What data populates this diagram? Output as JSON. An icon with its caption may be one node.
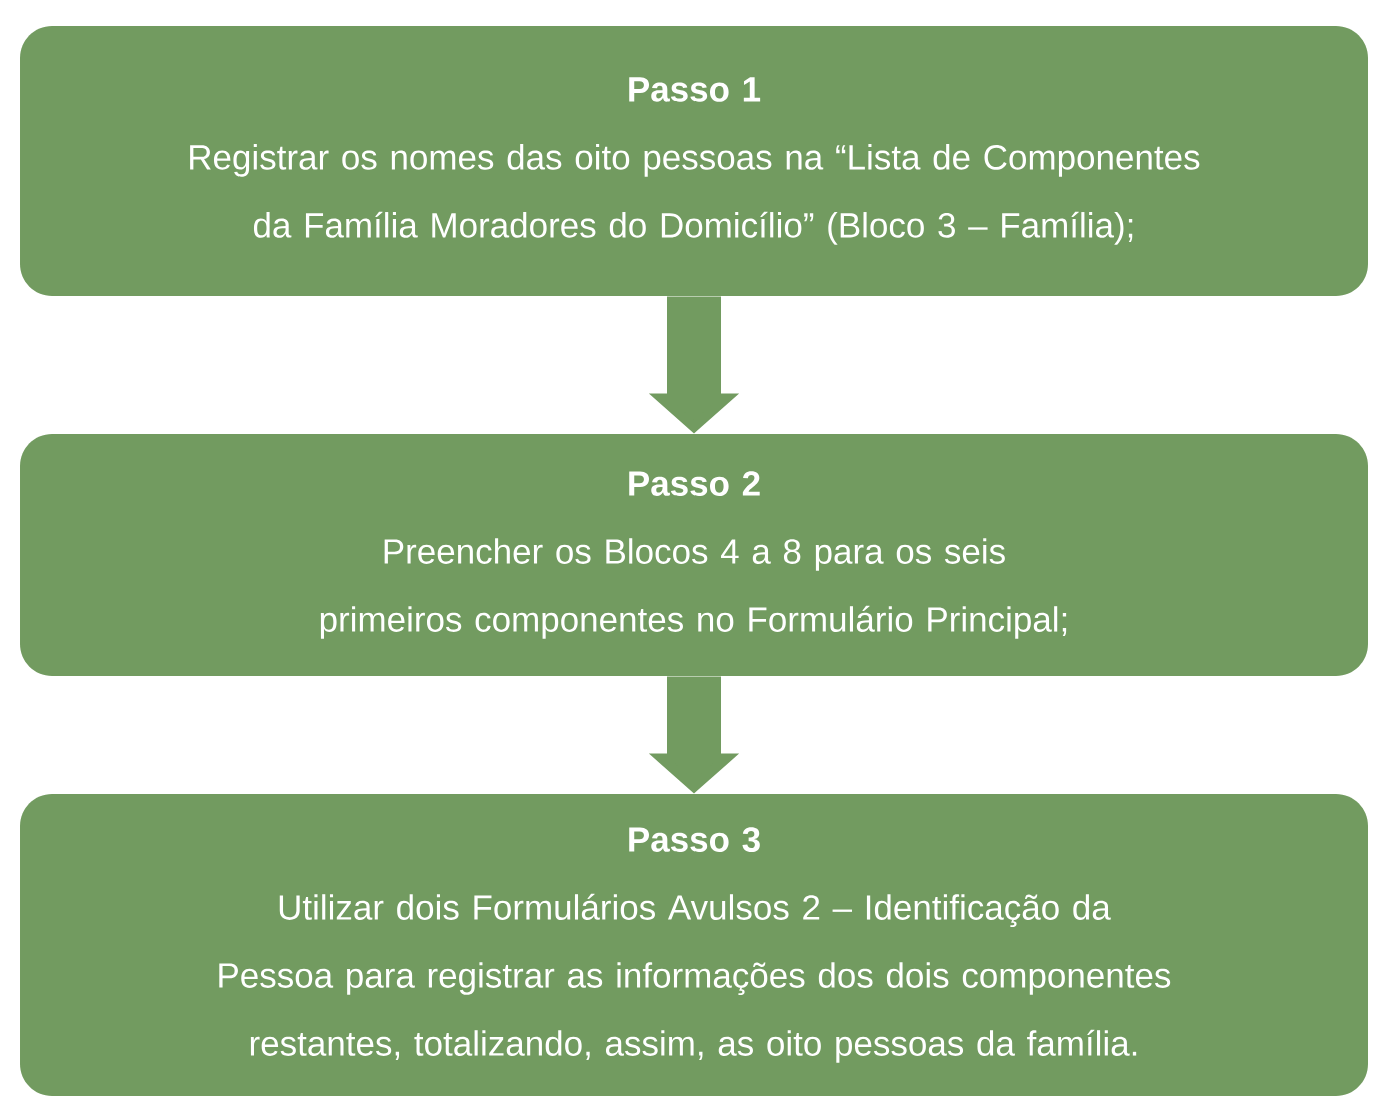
{
  "diagram": {
    "nodes": [
      {
        "text": [
          "Passo 1",
          "Registrar os nomes das oito pessoas na “Lista de Componentes da Família Moradores do Domicílio” (Bloco 3 – Família);"
        ]
      },
      {
        "text": [
          "Passo 2",
          "Preencher os Blocos 4 a 8 para os seis primeiros componentes no Formulário Principal;"
        ]
      },
      {
        "text": [
          "Passo 3",
          "Utilizar dois Formulários Avulsos 2 – Identificação da Pessoa para registrar as informações dos dois componentes restantes, totalizando, assim, as oito pessoas da família."
        ]
      }
    ],
    "edges": [
      {
        "from": 0,
        "to": 1,
        "arrow": "to"
      },
      {
        "from": 1,
        "to": 2,
        "arrow": "to"
      }
    ]
  }
}
